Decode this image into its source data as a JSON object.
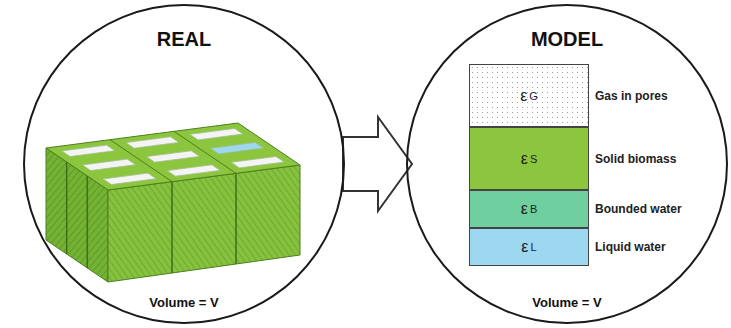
{
  "diagram": {
    "nodes": [
      {
        "text": [
          "REAL",
          "Volume = V"
        ]
      },
      {
        "text": [
          "MODEL",
          "Volume = V"
        ]
      },
      {
        "text": [
          "ε",
          "G",
          "Gas in pores"
        ],
        "in": 1
      },
      {
        "text": [
          "ε",
          "S",
          "Solid biomass"
        ],
        "in": 1
      },
      {
        "text": [
          "ε",
          "B",
          "Bounded water"
        ],
        "in": 1
      },
      {
        "text": [
          "ε",
          "L",
          "Liquid water"
        ],
        "in": 1
      }
    ],
    "edges": [
      {
        "from": 0,
        "to": 1,
        "arrow": "to"
      }
    ]
  }
}
